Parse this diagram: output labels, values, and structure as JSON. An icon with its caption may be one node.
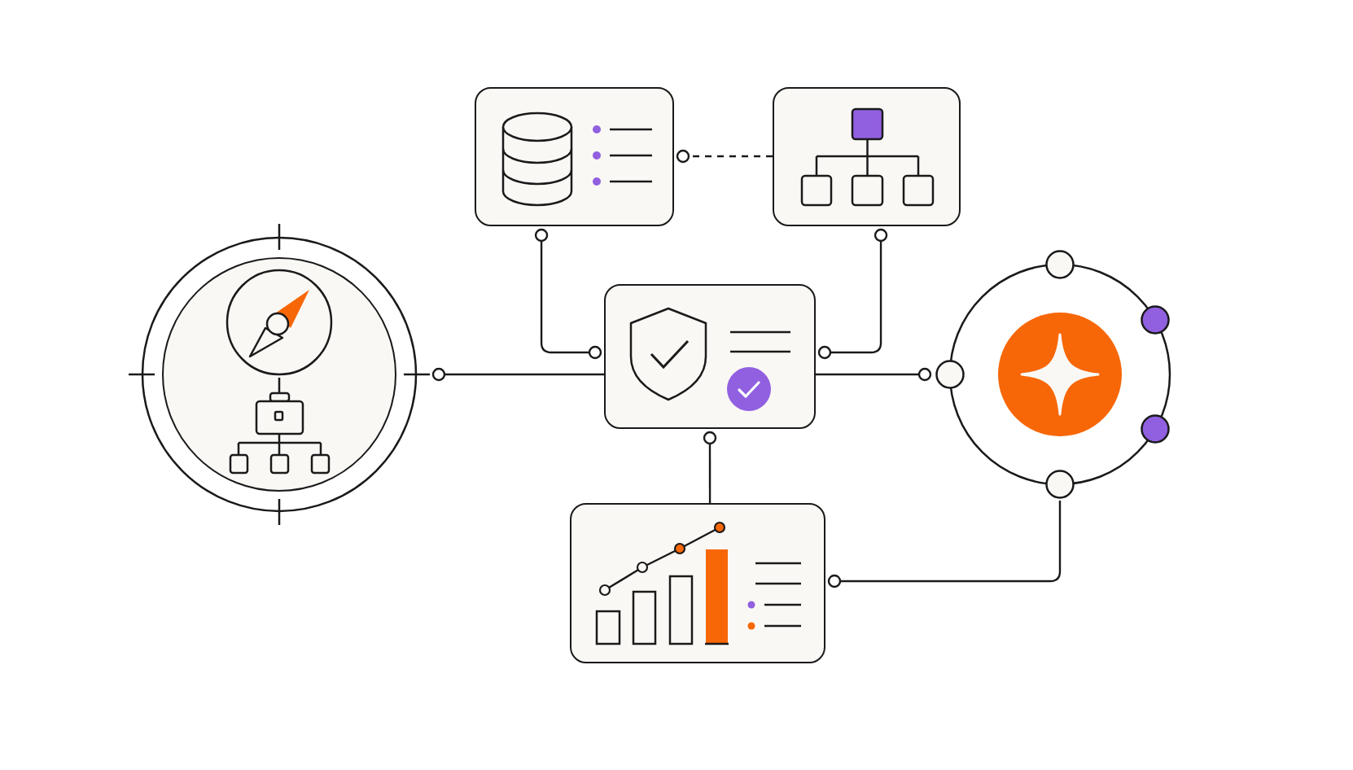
{
  "diagram": {
    "nodes": [
      {
        "text": [],
        "shape": "box"
      },
      {
        "text": [],
        "shape": "box"
      },
      {
        "text": [],
        "shape": "circle"
      },
      {
        "text": [],
        "shape": "box"
      },
      {
        "text": [],
        "shape": "circle"
      },
      {
        "text": [],
        "shape": "box"
      }
    ],
    "edges": [
      {
        "from": 0,
        "to": 3,
        "arrow": "other"
      },
      {
        "from": 1,
        "to": 0,
        "arrow": "other",
        "style": "dashed"
      },
      {
        "from": 1,
        "to": 3,
        "arrow": "other"
      },
      {
        "from": 3,
        "to": 2,
        "arrow": "other"
      },
      {
        "from": 3,
        "to": 4,
        "arrow": "other"
      },
      {
        "from": 5,
        "to": 3,
        "arrow": "other"
      },
      {
        "from": 4,
        "to": 5,
        "arrow": "other"
      }
    ]
  }
}
